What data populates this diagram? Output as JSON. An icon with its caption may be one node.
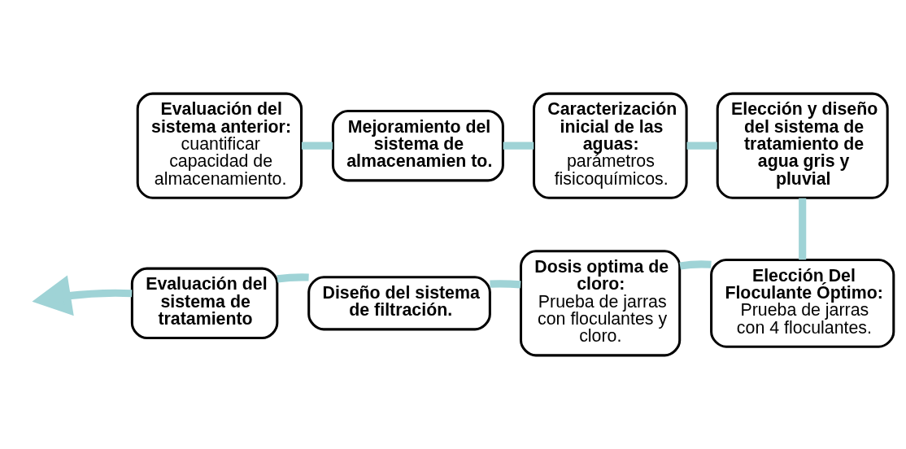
{
  "diagram": {
    "nodes": [
      {
        "text": [
          "Evaluación del sistema anterior:",
          "cuantificar capacidad de almacenamiento."
        ]
      },
      {
        "text": [
          "Mejoramiento del sistema de almacenamien to."
        ]
      },
      {
        "text": [
          "Caracterización inicial de las aguas:",
          "parámetros fisicoquímicos."
        ]
      },
      {
        "text": [
          "Elección y diseño del sistema de tratamiento de agua gris y pluvial"
        ]
      },
      {
        "text": [
          "Elección Del Floculante Óptimo:",
          "Prueba de jarras con 4 floculantes."
        ]
      },
      {
        "text": [
          "Dosis optima de cloro:",
          "Prueba de jarras con floculantes y cloro."
        ]
      },
      {
        "text": [
          "Diseño del sistema de filtración."
        ]
      },
      {
        "text": [
          "Evaluación del sistema de tratamiento"
        ]
      }
    ],
    "edges": [
      {
        "from": 0,
        "to": 1,
        "arrow": "none"
      },
      {
        "from": 1,
        "to": 2,
        "arrow": "none"
      },
      {
        "from": 2,
        "to": 3,
        "arrow": "none"
      },
      {
        "from": 3,
        "to": 4,
        "arrow": "none"
      },
      {
        "from": 4,
        "to": 5,
        "arrow": "none"
      },
      {
        "from": 5,
        "to": 6,
        "arrow": "none"
      },
      {
        "from": 6,
        "to": 7,
        "arrow": "none"
      },
      {
        "from": 7,
        "to": null,
        "arrow": "to"
      }
    ]
  }
}
